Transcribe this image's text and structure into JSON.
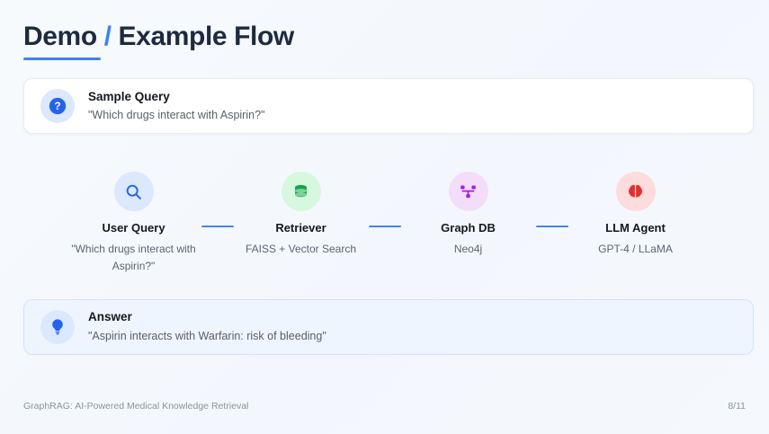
{
  "slide": {
    "title_main": "Demo ",
    "title_slash": "/",
    "title_rest": " Example Flow",
    "title_full": "Demo / Example Flow",
    "accent_color": "#3b82f6"
  },
  "query_card": {
    "icon": "question-mark-circle-icon",
    "title": "Sample Query",
    "text": "\"Which drugs interact with Aspirin?\"",
    "icon_bg": "#dbe8fd",
    "icon_color": "#2563eb"
  },
  "flow": {
    "connector_color": "#4285f4",
    "nodes": [
      {
        "icon": "search-icon",
        "label": "User Query",
        "sub": "\"Which drugs interact with Aspirin?\"",
        "circle_bg": "#dbe8fd",
        "icon_color": "#2563eb"
      },
      {
        "icon": "database-icon",
        "label": "Retriever",
        "sub": "FAISS + Vector Search",
        "circle_bg": "#d7f7df",
        "icon_color": "#16a34a"
      },
      {
        "icon": "network-graph-icon",
        "label": "Graph DB",
        "sub": "Neo4j",
        "circle_bg": "#f3ddfb",
        "icon_color": "#a21cf0"
      },
      {
        "icon": "brain-icon",
        "label": "LLM Agent",
        "sub": "GPT-4 / LLaMA",
        "circle_bg": "#fcdcdc",
        "icon_color": "#e23030"
      }
    ]
  },
  "answer_card": {
    "icon": "lightbulb-icon",
    "title": "Answer",
    "text": "\"Aspirin interacts with Warfarin: risk of bleeding\"",
    "icon_bg": "#dbe8fd",
    "icon_color": "#2563eb",
    "bg": "#eff5fe",
    "border": "#d3e2fb"
  },
  "footer": {
    "left": "GraphRAG: AI-Powered Medical Knowledge Retrieval",
    "page": "8/11"
  }
}
